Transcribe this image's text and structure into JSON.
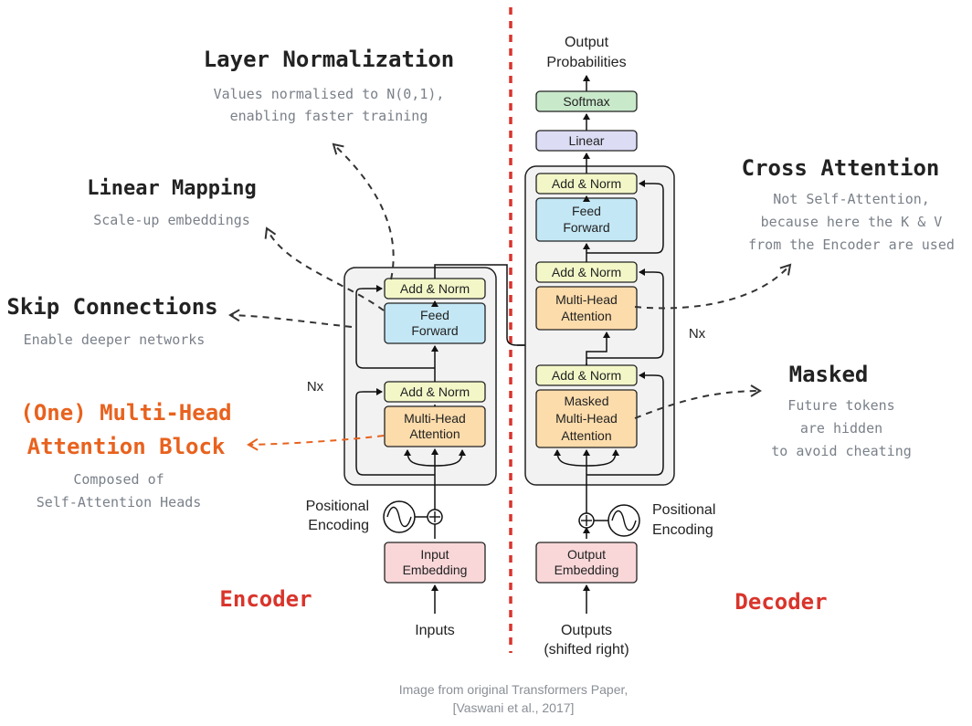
{
  "encoder": {
    "add_norm_top": "Add & Norm",
    "feed_forward": [
      "Feed",
      "Forward"
    ],
    "add_norm_bottom": "Add & Norm",
    "mha": [
      "Multi-Head",
      "Attention"
    ],
    "nx": "Nx",
    "positional_encoding": [
      "Positional",
      "Encoding"
    ],
    "input_embedding": [
      "Input",
      "Embedding"
    ],
    "inputs": "Inputs",
    "label": "Encoder"
  },
  "decoder": {
    "output_probs": [
      "Output",
      "Probabilities"
    ],
    "softmax": "Softmax",
    "linear": "Linear",
    "add_norm_1": "Add & Norm",
    "feed_forward": [
      "Feed",
      "Forward"
    ],
    "add_norm_2": "Add & Norm",
    "mha": [
      "Multi-Head",
      "Attention"
    ],
    "add_norm_3": "Add & Norm",
    "masked_mha": [
      "Masked",
      "Multi-Head",
      "Attention"
    ],
    "nx": "Nx",
    "positional_encoding": [
      "Positional",
      "Encoding"
    ],
    "output_embedding": [
      "Output",
      "Embedding"
    ],
    "outputs": [
      "Outputs",
      "(shifted right)"
    ],
    "label": "Decoder"
  },
  "annotations": {
    "layer_norm": {
      "title": "Layer Normalization",
      "desc": [
        "Values normalised to N(0,1),",
        "enabling faster training"
      ]
    },
    "linear_mapping": {
      "title": "Linear Mapping",
      "desc": [
        "Scale-up embeddings"
      ]
    },
    "skip_connections": {
      "title": "Skip Connections",
      "desc": [
        "Enable deeper networks"
      ]
    },
    "mha_block": {
      "title": [
        "(One) Multi-Head",
        "Attention Block"
      ],
      "desc": [
        "Composed of",
        "Self-Attention Heads"
      ]
    },
    "cross_attention": {
      "title": "Cross Attention",
      "desc": [
        "Not Self-Attention,",
        "because here the K & V",
        "from the Encoder are used"
      ]
    },
    "masked": {
      "title": "Masked",
      "desc": [
        "Future tokens",
        "are hidden",
        "to avoid cheating"
      ]
    }
  },
  "footer": [
    "Image from original Transformers Paper,",
    "[Vaswani et al., 2017]"
  ],
  "colors": {
    "add_norm": "#f3f7c8",
    "feed_forward": "#c3e7f5",
    "attention": "#fcdcab",
    "embedding": "#f9d7d9",
    "softmax": "#c9e9cb",
    "linear": "#dcdcf4",
    "block_bg": "#f2f2f2",
    "accent_orange": "#e8621e",
    "accent_red": "#d9342b",
    "annotation_gray": "#7a8089"
  }
}
